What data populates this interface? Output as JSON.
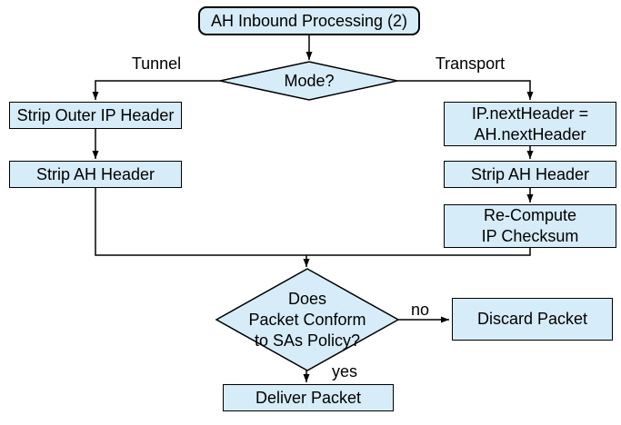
{
  "colors": {
    "node_fill": "#d6ecf8",
    "node_border": "#000000",
    "connector": "#000000",
    "background": "#ffffff",
    "text": "#000000"
  },
  "nodes": {
    "start": {
      "label": "AH Inbound Processing (2)"
    },
    "mode": {
      "label": "Mode?"
    },
    "strip_outer_ip": {
      "label": "Strip Outer IP Header"
    },
    "strip_ah_left": {
      "label": "Strip AH Header"
    },
    "ip_next_header": {
      "line1": "IP.nextHeader =",
      "line2": "AH.nextHeader"
    },
    "strip_ah_right": {
      "label": "Strip AH Header"
    },
    "recompute_checksum": {
      "line1": "Re-Compute",
      "line2": "IP Checksum"
    },
    "policy_check": {
      "line1": "Does",
      "line2": "Packet Conform",
      "line3": "to SAs Policy?"
    },
    "discard": {
      "label": "Discard Packet"
    },
    "deliver": {
      "label": "Deliver Packet"
    }
  },
  "edge_labels": {
    "tunnel": "Tunnel",
    "transport": "Transport",
    "no": "no",
    "yes": "yes"
  }
}
